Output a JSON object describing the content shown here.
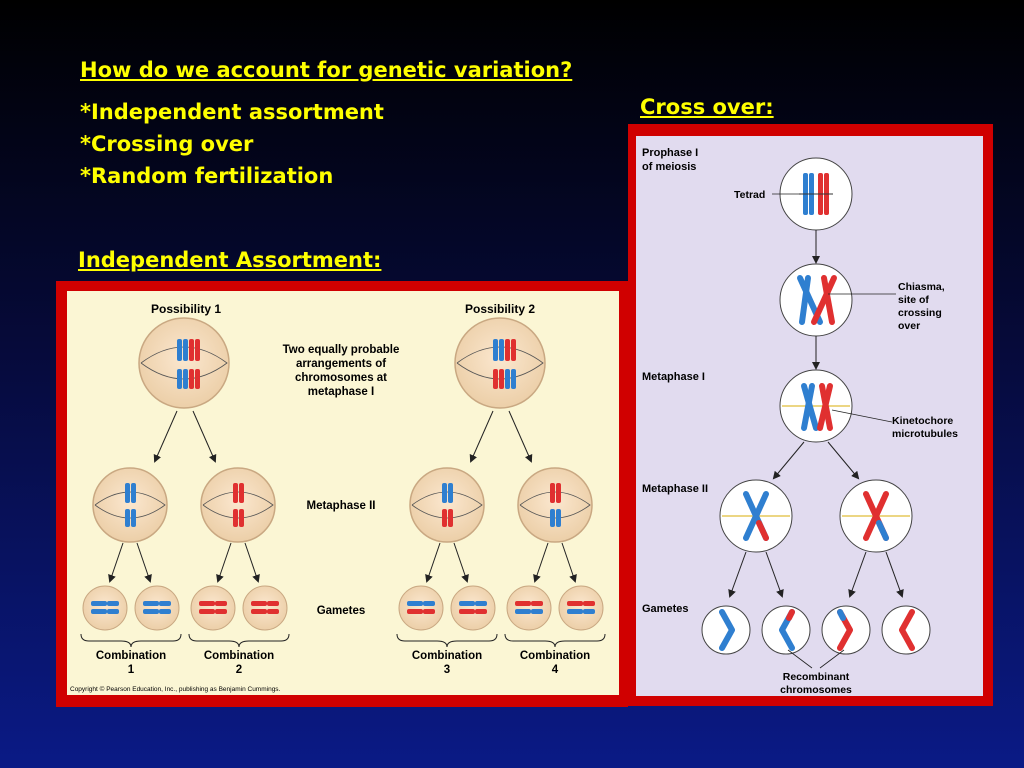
{
  "slide": {
    "title": "How do we account for genetic variation?",
    "bullets": [
      "*Independent assortment",
      "*Crossing over",
      "*Random fertilization"
    ],
    "ia_heading": "Independent Assortment:",
    "co_heading": "Cross over:"
  },
  "independent_assortment": {
    "possibility1": "Possibility 1",
    "possibility2": "Possibility 2",
    "note_lines": [
      "Two equally probable",
      "arrangements of",
      "chromosomes at",
      "metaphase I"
    ],
    "metaphase2": "Metaphase II",
    "gametes": "Gametes",
    "combinations": [
      {
        "label": "Combination",
        "num": "1"
      },
      {
        "label": "Combination",
        "num": "2"
      },
      {
        "label": "Combination",
        "num": "3"
      },
      {
        "label": "Combination",
        "num": "4"
      }
    ],
    "copyright": "Copyright © Pearson Education, Inc., publishing as Benjamin Cummings."
  },
  "crossing_over": {
    "prophase_line1": "Prophase I",
    "prophase_line2": "of meiosis",
    "tetrad": "Tetrad",
    "chiasma_lines": [
      "Chiasma,",
      "site of",
      "crossing",
      "over"
    ],
    "metaphase1": "Metaphase I",
    "kinetochore_lines": [
      "Kinetochore",
      "microtubules"
    ],
    "metaphase2": "Metaphase II",
    "gametes": "Gametes",
    "recombinant_lines": [
      "Recombinant",
      "chromosomes"
    ]
  },
  "colors": {
    "blue_chromosome": "#2f7fd0",
    "red_chromosome": "#e03030",
    "panel_border": "#d00000",
    "ia_background": "#fbf6d4",
    "co_background": "#e1dbef",
    "heading_yellow": "#ffff00"
  }
}
